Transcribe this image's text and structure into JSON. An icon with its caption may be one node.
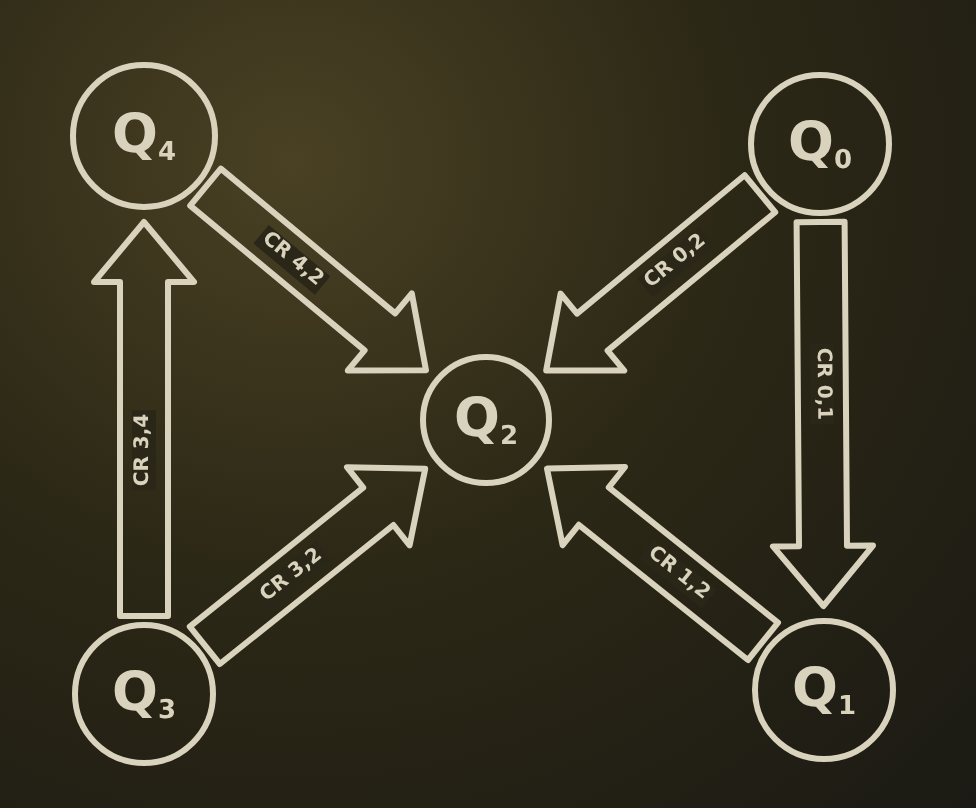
{
  "diagram": {
    "nodes": [
      {
        "text": [
          "Q$_{4}$"
        ]
      },
      {
        "text": [
          "Q$_{0}$"
        ]
      },
      {
        "text": [
          "Q$_{2}$"
        ]
      },
      {
        "text": [
          "Q$_{3}$"
        ]
      },
      {
        "text": [
          "Q$_{1}$"
        ]
      }
    ],
    "edges": [
      {
        "from": 0,
        "to": 2,
        "arrow": "to",
        "label": "CR 4,2"
      },
      {
        "from": 1,
        "to": 2,
        "arrow": "to",
        "label": "CR 0,2"
      },
      {
        "from": 1,
        "to": 4,
        "arrow": "to",
        "label": "CR 0,1"
      },
      {
        "from": 3,
        "to": 0,
        "arrow": "to",
        "label": "CR 3,4"
      },
      {
        "from": 3,
        "to": 2,
        "arrow": "to",
        "label": "CR 3,2"
      },
      {
        "from": 4,
        "to": 2,
        "arrow": "to",
        "label": "CR 1,2"
      }
    ]
  }
}
